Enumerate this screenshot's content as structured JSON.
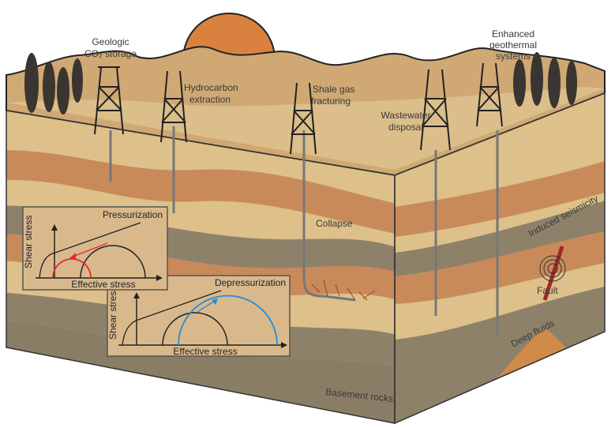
{
  "labels": {
    "co2_line1": "Geologic",
    "co2_line2": "CO₂ storage",
    "hydro_line1": "Hydrocarbon",
    "hydro_line2": "extraction",
    "shale_line1": "Shale gas",
    "shale_line2": "fracturing",
    "waste_line1": "Wastewater",
    "waste_line2": "disposal",
    "geo_line1": "Enhanced",
    "geo_line2": "geothermal",
    "geo_line3": "systems",
    "collapse": "Collapse",
    "induced": "Induced seismicity",
    "fault": "Fault",
    "deep_fluids": "Deep fluids",
    "basement": "Basement rocks"
  },
  "insets": {
    "pressurization": {
      "title": "Pressurization",
      "ylabel": "Shear stress",
      "xlabel": "Effective stress",
      "arrow_color": "#e8262a"
    },
    "depressurization": {
      "title": "Depressurization",
      "ylabel": "Shear stress",
      "xlabel": "Effective stress",
      "arrow_color": "#2a8ad4"
    }
  },
  "colors": {
    "sun": "#d9823f",
    "sand": "#d9b67e",
    "orange_layer": "#c98a5a",
    "grey_layer": "#8e8169",
    "fault": "#9b2a2a"
  }
}
